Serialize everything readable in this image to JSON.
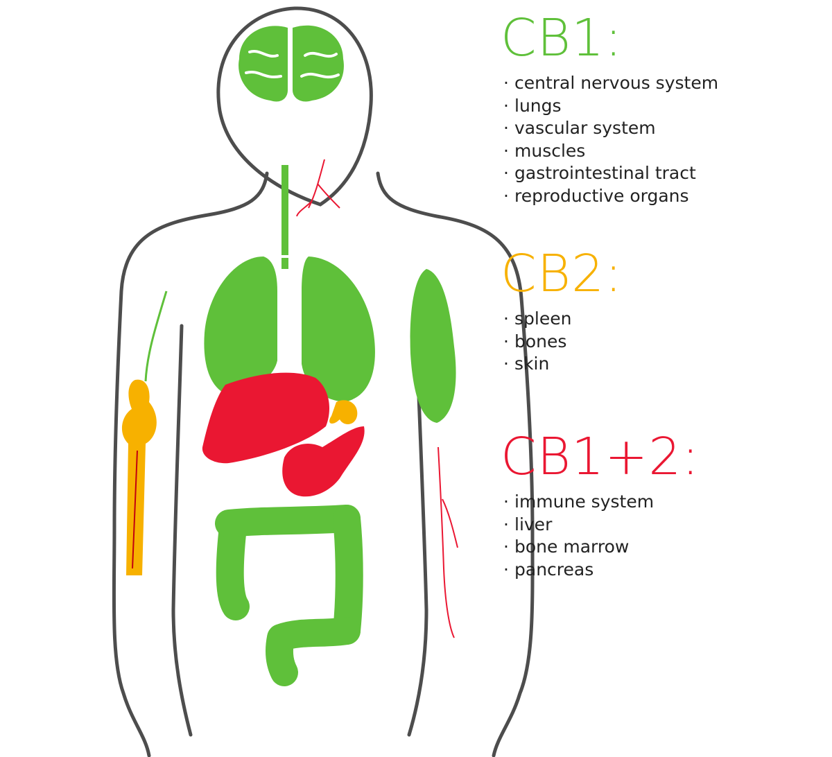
{
  "colors": {
    "green": "#5fc03a",
    "yellow": "#f7b100",
    "red": "#ea1732",
    "outline": "#4d4d4d",
    "text": "#222222"
  },
  "groups": [
    {
      "title": "CB1:",
      "color": "#5fc03a",
      "items": [
        "central nervous system",
        "lungs",
        "vascular system",
        "muscles",
        "gastrointestinal tract",
        "reproductive organs"
      ]
    },
    {
      "title": "CB2:",
      "color": "#f7b100",
      "items": [
        "spleen",
        "bones",
        "skin"
      ]
    },
    {
      "title": "CB1+2:",
      "color": "#ea1732",
      "items": [
        "immune system",
        "liver",
        "bone marrow",
        "pancreas"
      ]
    }
  ],
  "bullet": "·"
}
